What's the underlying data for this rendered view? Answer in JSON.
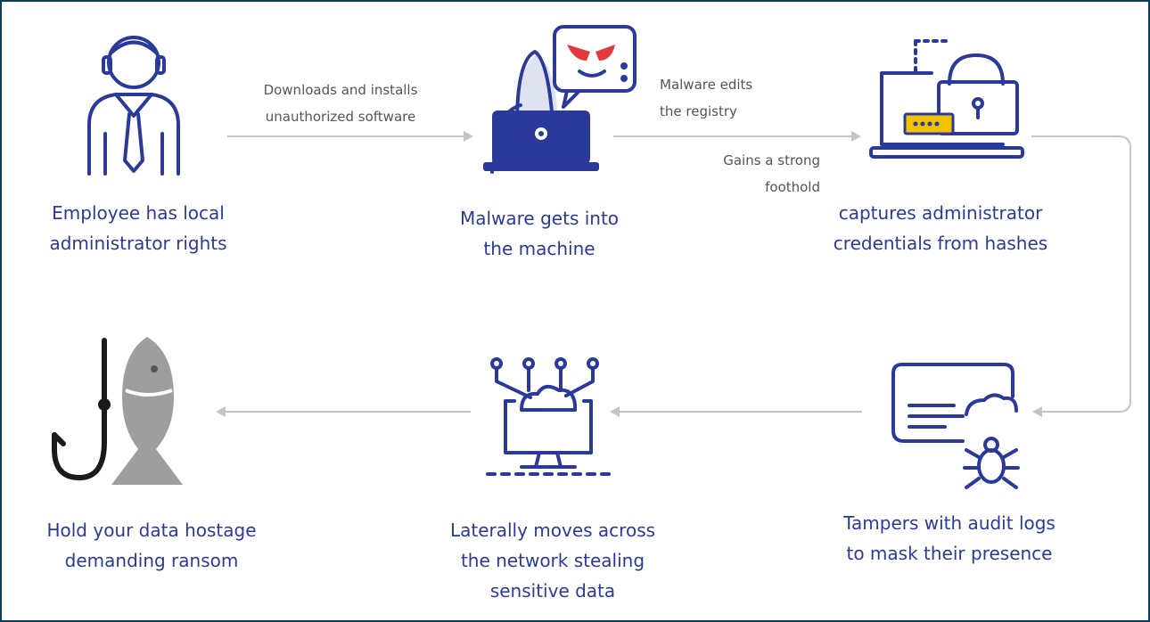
{
  "nodes": [
    {
      "id": "employee",
      "lines": [
        "Employee has local",
        "administrator rights"
      ],
      "icon": "employee-icon"
    },
    {
      "id": "malware",
      "lines": [
        "Malware gets into",
        "the machine"
      ],
      "icon": "hacker-icon"
    },
    {
      "id": "credentials",
      "lines": [
        "captures administrator",
        "credentials from hashes"
      ],
      "icon": "locked-laptop-icon"
    },
    {
      "id": "audit",
      "lines": [
        "Tampers with audit logs",
        "to mask their presence"
      ],
      "icon": "bug-document-icon"
    },
    {
      "id": "lateral",
      "lines": [
        "Laterally moves across",
        "the network stealing",
        "sensitive data"
      ],
      "icon": "network-computer-icon"
    },
    {
      "id": "ransom",
      "lines": [
        "Hold your data hostage",
        "demanding ransom"
      ],
      "icon": "fish-hook-icon"
    }
  ],
  "edge_labels": {
    "download": [
      "Downloads and installs",
      "unauthorized software"
    ],
    "registry": [
      "Malware edits",
      "the registry"
    ],
    "foothold": [
      "Gains a strong",
      "foothold"
    ]
  },
  "colors": {
    "primary": "#2b3a9a",
    "accent": "#f2c200",
    "arrow": "#bdbdbd",
    "frame": "#0e3d57"
  }
}
